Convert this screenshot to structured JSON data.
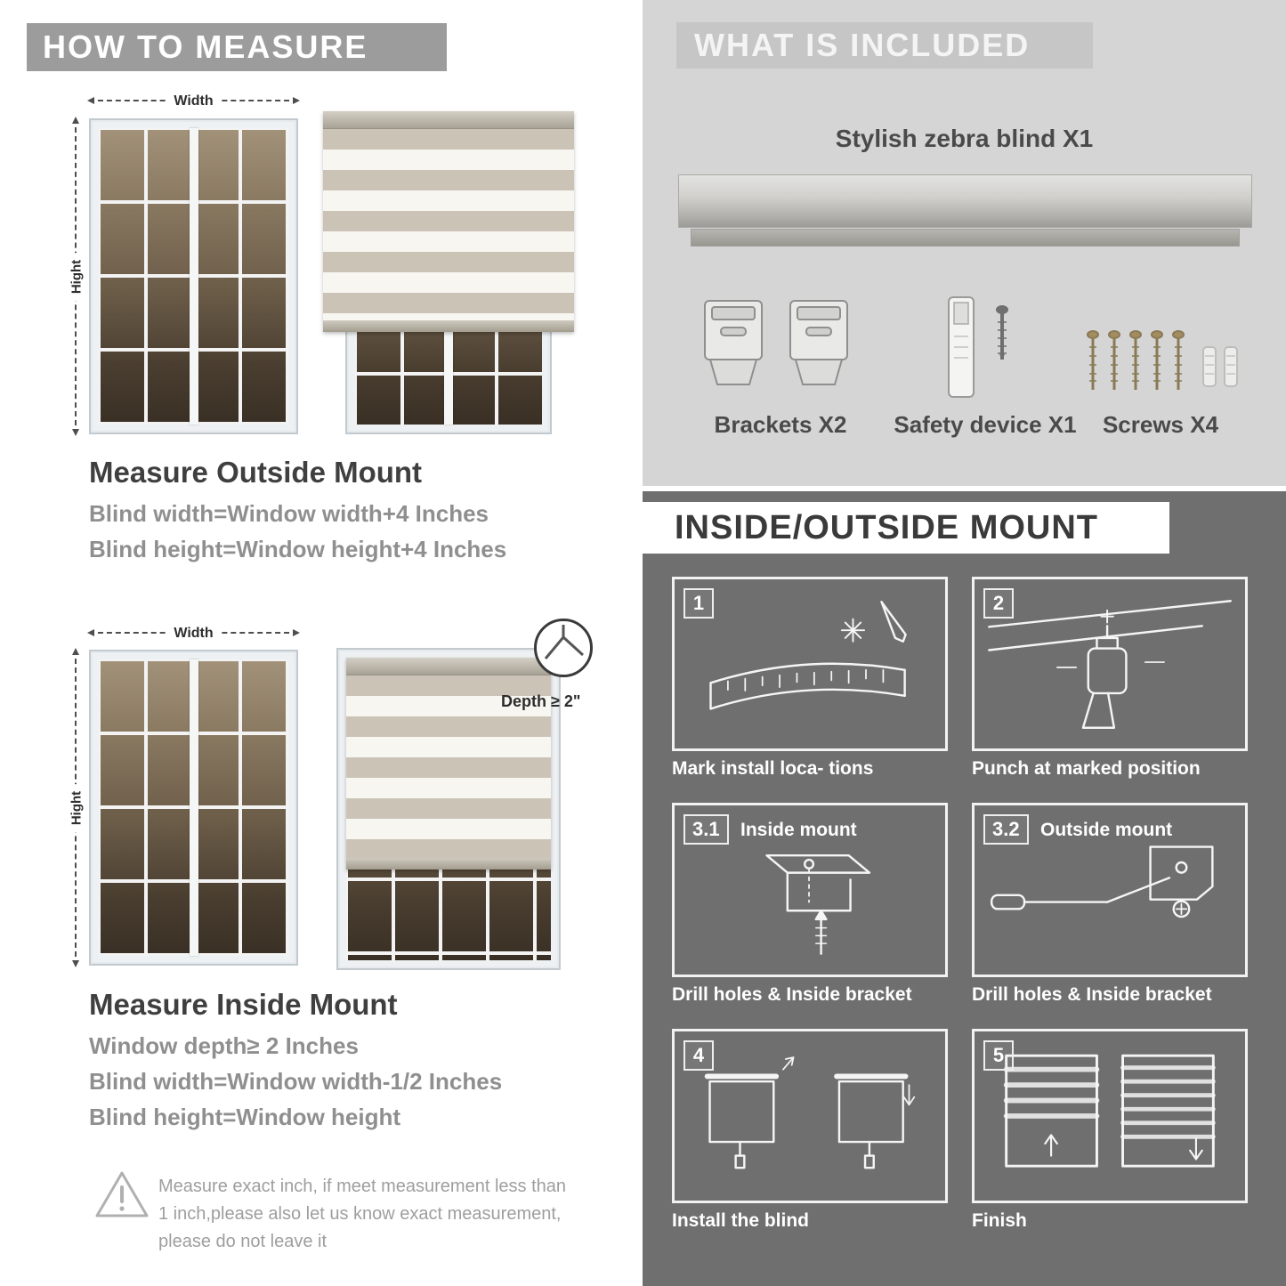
{
  "left": {
    "header": "HOW TO MEASURE",
    "labels": {
      "width": "Width",
      "height": "Hight",
      "depth": "Depth ≥ 2\""
    },
    "outside": {
      "title": "Measure Outside Mount",
      "line1": "Blind width=Window width+4 Inches",
      "line2": "Blind height=Window height+4 Inches"
    },
    "inside": {
      "title": "Measure Inside Mount",
      "line1": "Window depth≥ 2 Inches",
      "line2": "Blind width=Window width-1/2 Inches",
      "line3": "Blind height=Window height"
    },
    "note": "Measure exact inch, if meet measurement less than 1 inch,please also let us know exact measurement, please do not leave it"
  },
  "included": {
    "header": "WHAT IS INCLUDED",
    "product": "Stylish zebra blind X1",
    "items": [
      {
        "label": "Brackets X2"
      },
      {
        "label": "Safety device X1"
      },
      {
        "label": "Screws X4"
      }
    ]
  },
  "mount": {
    "header": "INSIDE/OUTSIDE MOUNT",
    "steps": [
      {
        "num": "1",
        "title": "",
        "caption": "Mark install loca- tions"
      },
      {
        "num": "2",
        "title": "",
        "caption": "Punch at  marked position"
      },
      {
        "num": "3.1",
        "title": "Inside mount",
        "caption": "Drill holes &  Inside bracket"
      },
      {
        "num": "3.2",
        "title": "Outside mount",
        "caption": "Drill holes &  Inside bracket"
      },
      {
        "num": "4",
        "title": "",
        "caption": "Install the blind"
      },
      {
        "num": "5",
        "title": "",
        "caption": "Finish"
      }
    ]
  }
}
